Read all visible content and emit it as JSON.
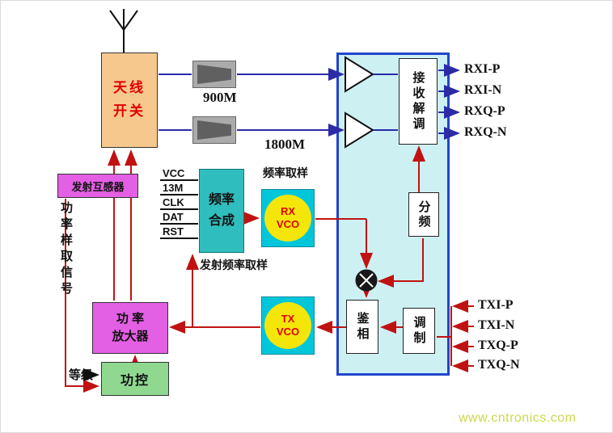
{
  "blocks": {
    "antenna_switch": "天线开关",
    "tx_transformer": "发射互感器",
    "freq_synth": "频率合成",
    "rx_vco": "RX VCO",
    "tx_vco": "TX VCO",
    "power_amp_line1": "功 率",
    "power_amp_line2": "放大器",
    "power_control": "功控",
    "rx_demod": "接收解调",
    "divider": "分频",
    "phase_detector": "鉴相",
    "modulator": "调制"
  },
  "labels": {
    "band_900": "900M",
    "band_1800": "1800M",
    "freq_sampling": "频率取样",
    "tx_freq_sampling": "发射频率取样",
    "power_sampling_signal": "功率样取信号",
    "level": "等级"
  },
  "pins": {
    "synth_inputs": [
      "VCC",
      "13M",
      "CLK",
      "DAT",
      "RST"
    ],
    "rx_outputs": [
      "RXI-P",
      "RXI-N",
      "RXQ-P",
      "RXQ-N"
    ],
    "tx_inputs": [
      "TXI-P",
      "TXI-N",
      "TXQ-P",
      "TXQ-N"
    ]
  },
  "watermark": "www.cntronics.com",
  "colors": {
    "ic_fill": "#cdf0f3",
    "ic_border": "#2244cc",
    "antenna_switch_fill": "#f6c88e",
    "transformer_fill": "#e35fe3",
    "synth_fill": "#2fbdbd",
    "vco_square_fill": "#00c6da",
    "vco_circle_fill": "#f4e60a",
    "power_amp_fill": "#e35fe3",
    "power_control_fill": "#90d890",
    "line_red": "#c11212",
    "line_blue": "#2b2ba8",
    "switch_text": "#e00000",
    "watermark_color": "#ccd84b"
  }
}
